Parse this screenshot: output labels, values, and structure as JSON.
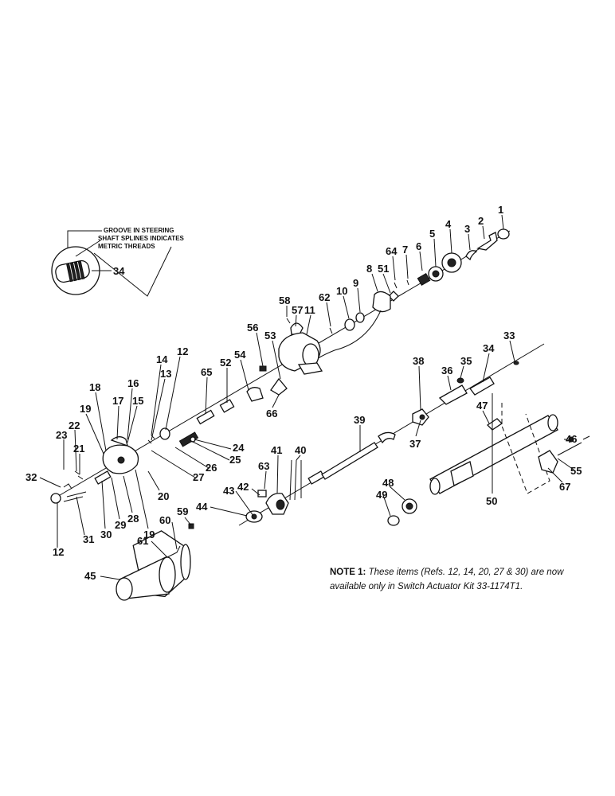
{
  "inset": {
    "callout_lines": [
      "GROOVE IN STEERING",
      "SHAFT SPLINES INDICATES",
      "METRIC THREADS"
    ],
    "label": "34"
  },
  "note": {
    "label": "NOTE 1:",
    "text": "These items (Refs. 12, 14, 20, 27 & 30) are now available only in Switch Actuator Kit 33-1174T1."
  },
  "part_numbers": [
    "1",
    "2",
    "3",
    "4",
    "5",
    "6",
    "7",
    "64",
    "51",
    "8",
    "9",
    "10",
    "62",
    "58",
    "57",
    "11",
    "56",
    "53",
    "66",
    "54",
    "52",
    "65",
    "12",
    "14",
    "13",
    "18",
    "17",
    "16",
    "15",
    "19",
    "23",
    "22",
    "21",
    "32",
    "12",
    "31",
    "30",
    "29",
    "28",
    "19",
    "20",
    "27",
    "26",
    "25",
    "24",
    "61",
    "60",
    "59",
    "45",
    "44",
    "43",
    "42",
    "63",
    "41",
    "40",
    "39",
    "38",
    "37",
    "36",
    "35",
    "34",
    "33",
    "47",
    "46",
    "48",
    "49",
    "50",
    "55",
    "67"
  ]
}
